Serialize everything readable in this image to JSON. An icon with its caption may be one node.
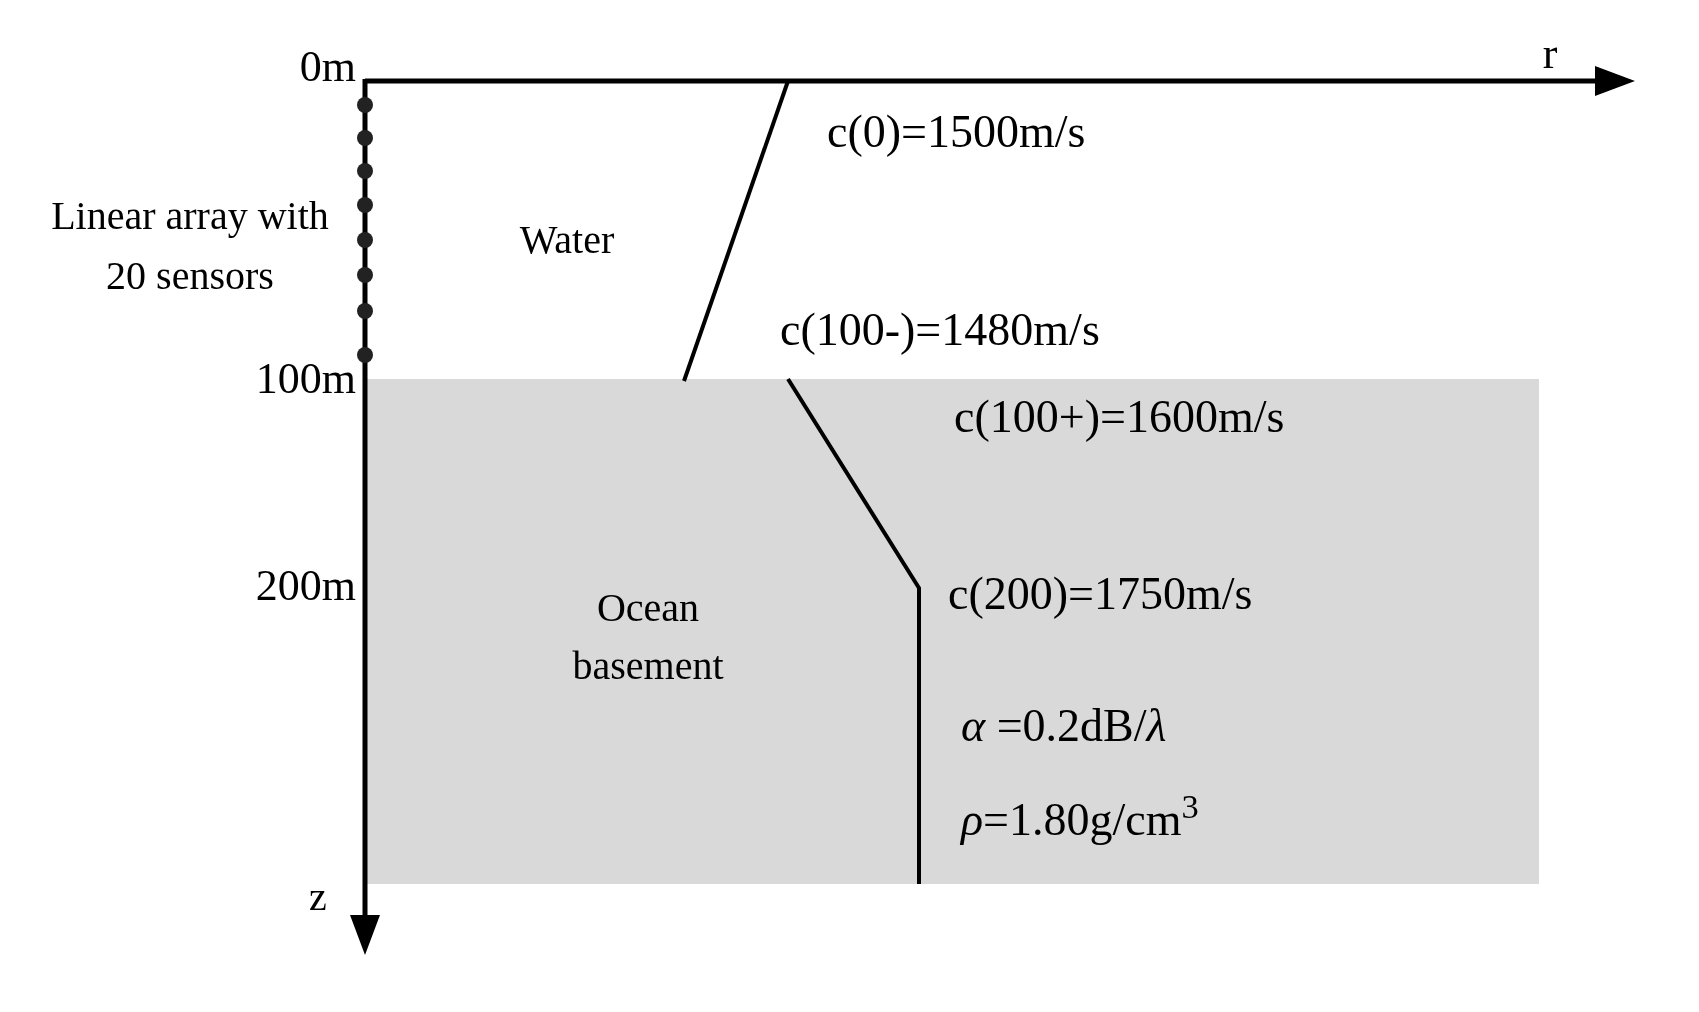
{
  "diagram": {
    "nodes": [
      {
        "text": [
          "Ocean basement"
        ]
      }
    ],
    "labels": [
      "0m",
      "r",
      "c(0)=1500m/s",
      "Linear array with 20 sensors",
      "Water",
      "c(100-)=1480m/s",
      "100m",
      "c(100+)=1600m/s",
      "200m",
      "c(200)=1750m/s",
      "*α* =0.2dB/*λ*",
      "*ρ*=1.80g/cm$^{3}$",
      "z"
    ]
  }
}
